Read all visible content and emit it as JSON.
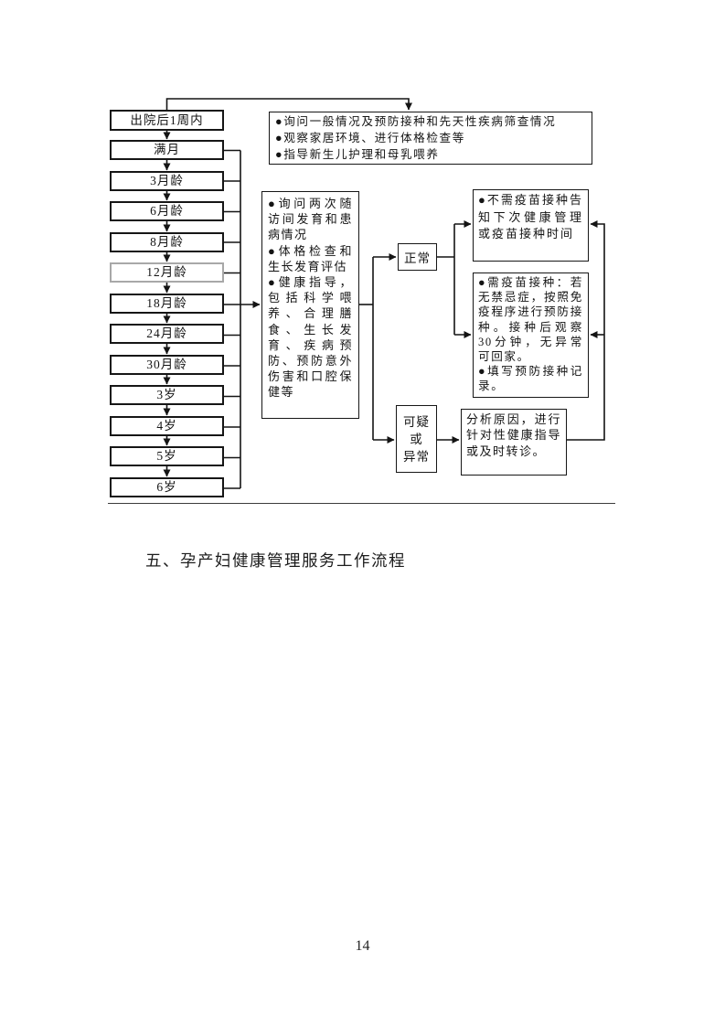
{
  "page": {
    "heading": "五、孕产妇健康管理服务工作流程",
    "page_number": "14"
  },
  "colors": {
    "ink": "#141414",
    "background": "#ffffff",
    "muted_box_border": "#a8a8a8"
  },
  "flowchart": {
    "timeline": [
      {
        "label": "出院后1周内"
      },
      {
        "label": "满月"
      },
      {
        "label": "3月龄"
      },
      {
        "label": "6月龄"
      },
      {
        "label": "8月龄"
      },
      {
        "label": "12月龄"
      },
      {
        "label": "18月龄"
      },
      {
        "label": "24月龄"
      },
      {
        "label": "30月龄"
      },
      {
        "label": "3岁"
      },
      {
        "label": "4岁"
      },
      {
        "label": "5岁"
      },
      {
        "label": "6岁"
      }
    ],
    "newborn_visit_box": {
      "items": [
        "●询问一般情况及预防接种和先天性疾病筛查情况",
        "●观察家居环境、进行体格检查等",
        "●指导新生儿护理和母乳喂养"
      ]
    },
    "routine_visit_box": {
      "items": [
        "●询问两次随访间发育和患病情况",
        "●体格检查和生长发育评估",
        "●健康指导，包括科学喂养、合理膳食、生长发育、疾病预防、预防意外伤害和口腔保健等"
      ]
    },
    "normal_box": {
      "label": "正常"
    },
    "suspect_box": {
      "lines": [
        "可疑",
        "或",
        "异常"
      ]
    },
    "no_vaccine_box": {
      "text": "●不需疫苗接种告知下次健康管理或疫苗接种时间"
    },
    "vaccine_box": {
      "items": [
        "●需疫苗接种：若无禁忌症，按照免疫程序进行预防接种。接种后观察30分钟，无异常可回家。",
        "●填写预防接种记录。"
      ]
    },
    "analysis_box": {
      "text": "分析原因，进行针对性健康指导或及时转诊。"
    }
  }
}
